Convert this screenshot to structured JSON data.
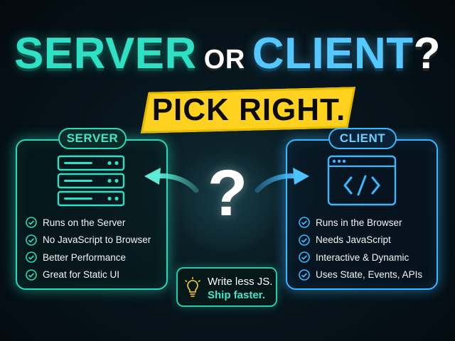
{
  "title": {
    "word1": "SERVER",
    "word2": "OR",
    "word3": "CLIENT",
    "word4": "?"
  },
  "banner": "PICK RIGHT.",
  "server": {
    "label": "SERVER",
    "icon": "server-rack-icon",
    "features": [
      "Runs on the Server",
      "No JavaScript to Browser",
      "Better Performance",
      "Great for Static UI"
    ]
  },
  "client": {
    "label": "CLIENT",
    "icon": "browser-code-icon",
    "features": [
      "Runs in the Browser",
      "Needs JavaScript",
      "Interactive & Dynamic",
      "Uses State, Events, APIs"
    ]
  },
  "center": {
    "symbol": "?"
  },
  "tip": {
    "icon": "lightbulb-icon",
    "line1": "Write less JS.",
    "line2": "Ship faster."
  },
  "colors": {
    "server_accent": "#29d9b8",
    "client_accent": "#3ab7ff",
    "banner": "#ffd21f",
    "tip_accent": "#3fe8c8"
  }
}
